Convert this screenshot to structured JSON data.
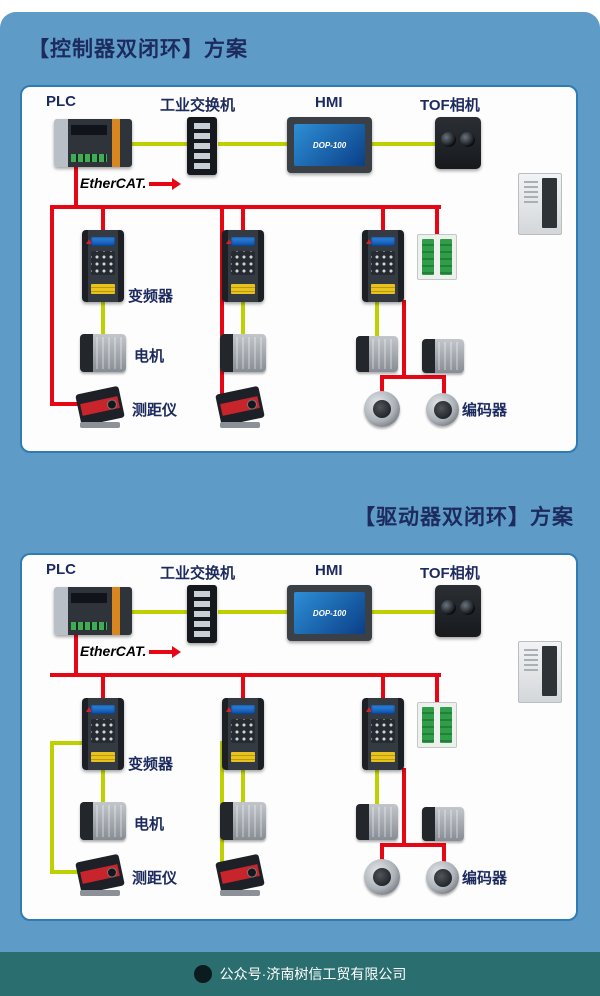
{
  "page": {
    "background_color": "#5e9bc6",
    "panel_border_color": "#2f7cb5",
    "footer": {
      "text": "公众号·济南树信工贸有限公司"
    }
  },
  "colors": {
    "ethercat_red": "#e60614",
    "signal_green": "#bed000",
    "title_navy": "#1c2a5e",
    "footer_teal": "#2a6e70"
  },
  "panels": [
    {
      "title": "【控制器双闭环】方案",
      "loop_type": "controller",
      "labels": {
        "plc": "PLC",
        "switch": "工业交换机",
        "hmi": "HMI",
        "tof": "TOF相机",
        "ethercat": "EtherCAT.",
        "inverter": "变频器",
        "motor": "电机",
        "rangefinder": "测距仪",
        "encoder": "编码器",
        "hmi_screen": "DOP-100"
      }
    },
    {
      "title": "【驱动器双闭环】方案",
      "loop_type": "drive",
      "labels": {
        "plc": "PLC",
        "switch": "工业交换机",
        "hmi": "HMI",
        "tof": "TOF相机",
        "ethercat": "EtherCAT.",
        "inverter": "变频器",
        "motor": "电机",
        "rangefinder": "测距仪",
        "encoder": "编码器",
        "hmi_screen": "DOP-100"
      }
    }
  ]
}
